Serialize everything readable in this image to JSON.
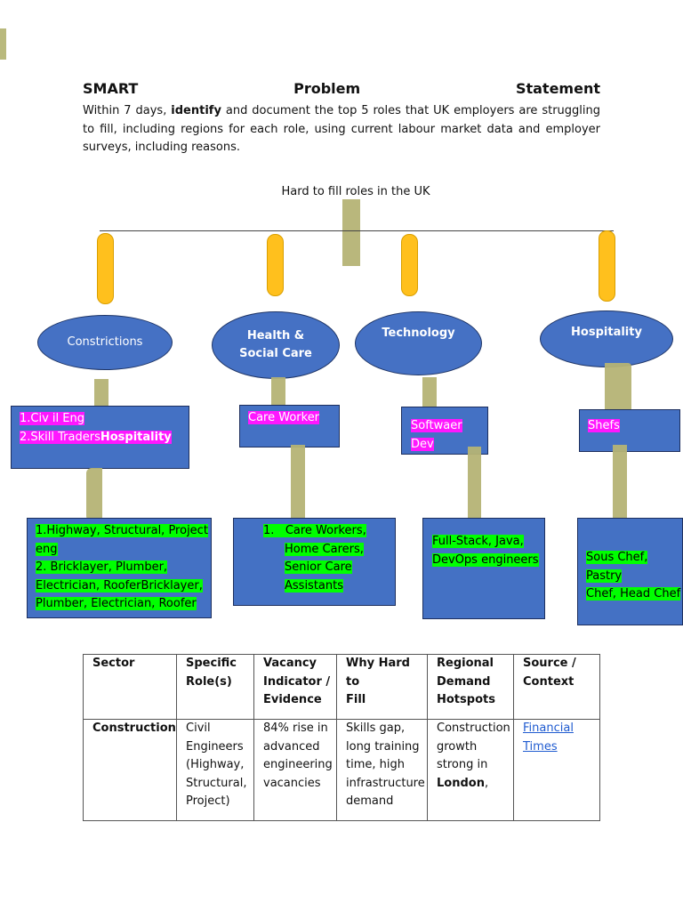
{
  "document": {
    "heading": {
      "word1": "SMART",
      "word2": "Problem",
      "word3": "Statement"
    },
    "intro": {
      "part1": "Within 7 days, ",
      "bold": "identify",
      "part2": " and document the top 5 roles that UK employers are struggling to fill, including regions for each role, using current labour market data and employer surveys, including reasons."
    }
  },
  "diagram": {
    "title": "Hard to fill roles in the UK",
    "sectors": [
      {
        "name": "Constrictions",
        "role_line1": "1.Civ il Eng",
        "role_line2_a": "2.Skill Traders",
        "role_line2_b": "Hospitality",
        "detail_line1": "1.Highway, Structural, Project",
        "detail_line2": "eng",
        "detail_line3": "2. Bricklayer, Plumber,",
        "detail_line4": "Electrician, RooferBricklayer,",
        "detail_line5": "Plumber, Electrician, Roofer"
      },
      {
        "name_line1": "Health &",
        "name_line2": "Social Care",
        "role": "Care Worker",
        "detail_num": "1.",
        "detail_line1": "Care Workers,",
        "detail_line2": "Home Carers,",
        "detail_line3": "Senior Care",
        "detail_line4": "Assistants"
      },
      {
        "name": "Technology",
        "role": "Softwaer Dev",
        "detail_line1": "Full-Stack, Java,",
        "detail_line2": "DevOps engineers"
      },
      {
        "name": "Hospitality",
        "role": "Shefs",
        "detail_line1": "Sous Chef, Pastry",
        "detail_line2": "Chef, Head Chef"
      }
    ]
  },
  "table": {
    "headers": [
      [
        "Sector"
      ],
      [
        "Specific",
        "Role(s)"
      ],
      [
        "Vacancy",
        "Indicator /",
        "Evidence"
      ],
      [
        "Why Hard to",
        "Fill"
      ],
      [
        "Regional",
        "Demand",
        "Hotspots"
      ],
      [
        "Source /",
        "Context"
      ]
    ],
    "row": {
      "sector": "Construction",
      "roles": [
        "Civil",
        "Engineers",
        "(Highway,",
        "Structural,",
        "Project)"
      ],
      "vacancy": [
        "84% rise in",
        "advanced",
        "engineering",
        "vacancies"
      ],
      "why": [
        "Skills gap,",
        "long training",
        "time, high",
        "infrastructure",
        "demand"
      ],
      "regional_lines": [
        "Construction",
        "growth",
        "strong in"
      ],
      "regional_bold": "London",
      "regional_suffix": ",",
      "source_link_line1": "Financial",
      "source_link_line2": "Times"
    }
  }
}
